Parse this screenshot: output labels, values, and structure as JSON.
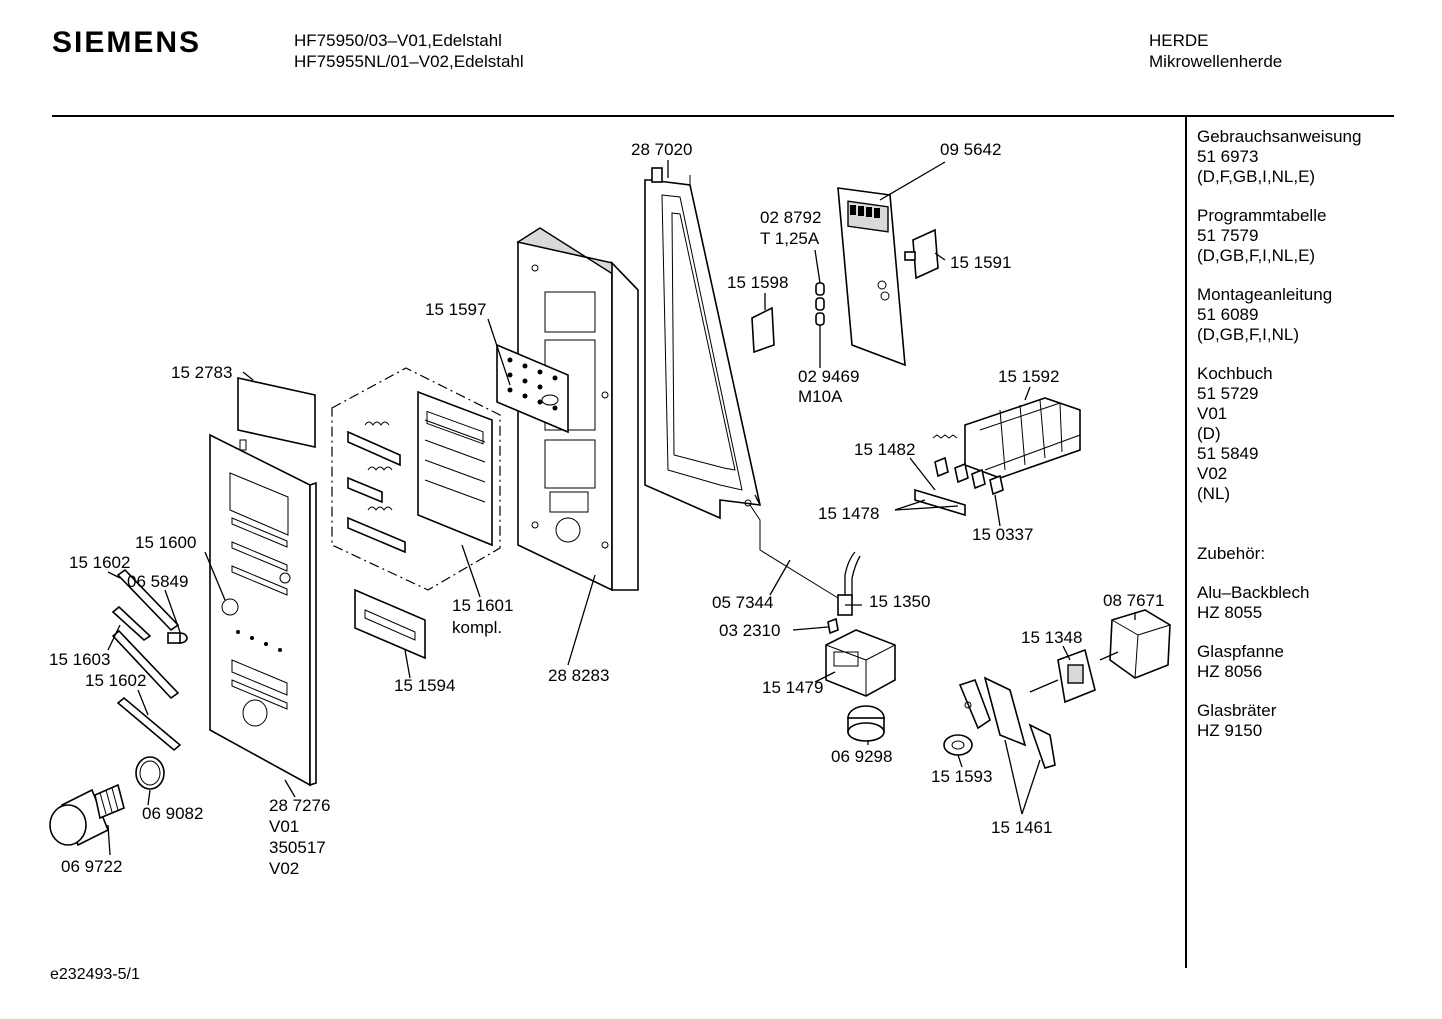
{
  "header": {
    "brand": "SIEMENS",
    "model_line_1": "HF75950/03–V01,Edelstahl",
    "model_line_2": "HF75955NL/01–V02,Edelstahl",
    "category_line_1": "HERDE",
    "category_line_2": "Mikrowellenherde"
  },
  "sidebar": {
    "blocks": [
      {
        "lines": [
          "Gebrauchsanweisung",
          "51 6973",
          "(D,F,GB,I,NL,E)"
        ]
      },
      {
        "lines": [
          "Programmtabelle",
          "51 7579",
          "(D,GB,F,I,NL,E)"
        ]
      },
      {
        "lines": [
          "Montageanleitung",
          "51 6089",
          "(D,GB,F,I,NL)"
        ]
      },
      {
        "lines": [
          "Kochbuch",
          "51 5729",
          "V01",
          "(D)",
          "51 5849",
          "V02",
          "(NL)"
        ]
      },
      {
        "lines": [
          "Zubehör:"
        ]
      },
      {
        "lines": [
          "Alu–Backblech",
          "HZ 8055"
        ]
      },
      {
        "lines": [
          "Glaspfanne",
          "HZ 8056"
        ]
      },
      {
        "lines": [
          "Glasbräter",
          "HZ 9150"
        ]
      }
    ]
  },
  "parts": {
    "p287020": "28 7020",
    "p095642": "09 5642",
    "p028792": "02 8792",
    "p028792_sub": "T 1,25A",
    "p151598": "15 1598",
    "p151591": "15 1591",
    "p151597": "15 1597",
    "p152783": "15 2783",
    "p029469": "02 9469",
    "p029469_sub": "M10A",
    "p151592": "15 1592",
    "p151482": "15 1482",
    "p151478": "15 1478",
    "p150337": "15 0337",
    "p151600": "15 1600",
    "p151602a": "15 1602",
    "p065849": "06 5849",
    "p151603": "15 1603",
    "p151602b": "15 1602",
    "p151601": "15 1601",
    "p151601_sub": "kompl.",
    "p151594": "15 1594",
    "p288283": "28 8283",
    "p057344": "05 7344",
    "p151350": "15 1350",
    "p032310": "03 2310",
    "p151479": "15 1479",
    "p087671": "08 7671",
    "p151348": "15 1348",
    "p069298": "06 9298",
    "p151593": "15 1593",
    "p151461": "15 1461",
    "p069082": "06 9082",
    "p069722": "06 9722",
    "p287276": "28 7276",
    "p287276_v01": "V01",
    "p287276_alt": "350517",
    "p287276_v02": "V02"
  },
  "footer": {
    "code": "e232493-5/1"
  }
}
